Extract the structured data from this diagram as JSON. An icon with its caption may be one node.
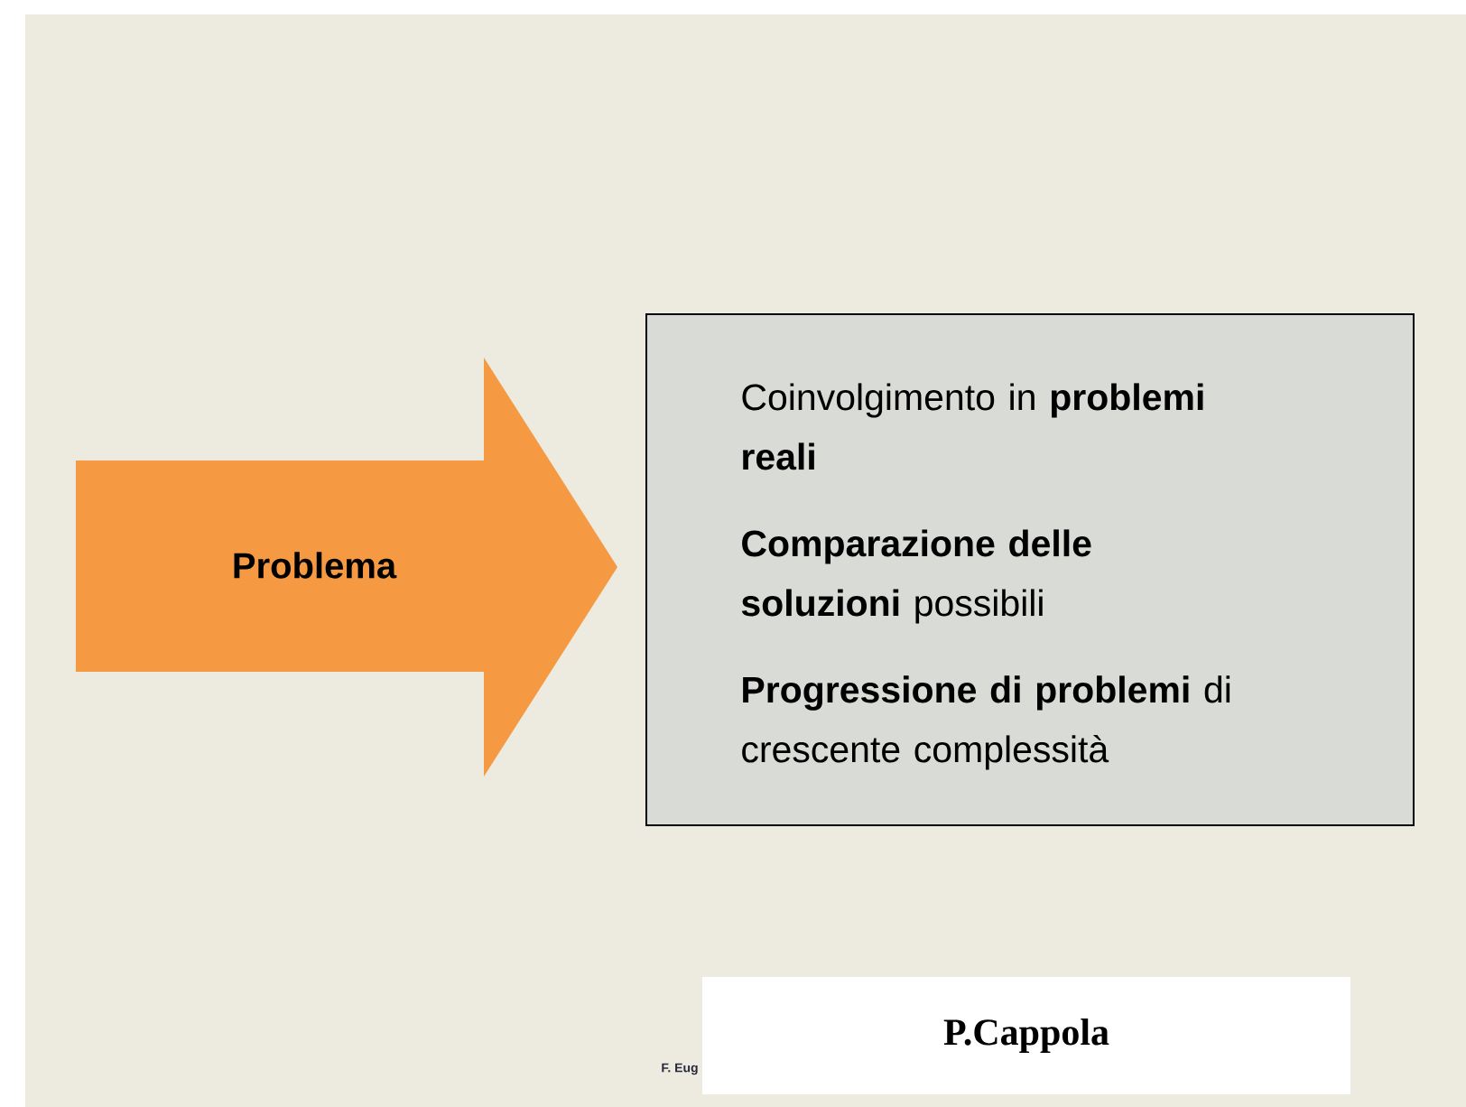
{
  "diagram": {
    "nodes": [
      {
        "text": [
          "Problema"
        ]
      },
      {
        "text": [
          "Coinvolgimento in **problemi reali**",
          "**Comparazione delle soluzioni** possibili",
          "**Progressione di problemi** di crescente complessità"
        ]
      },
      {
        "text": [
          "P.Cappola"
        ]
      }
    ],
    "labels": [
      "F. Eug"
    ]
  }
}
